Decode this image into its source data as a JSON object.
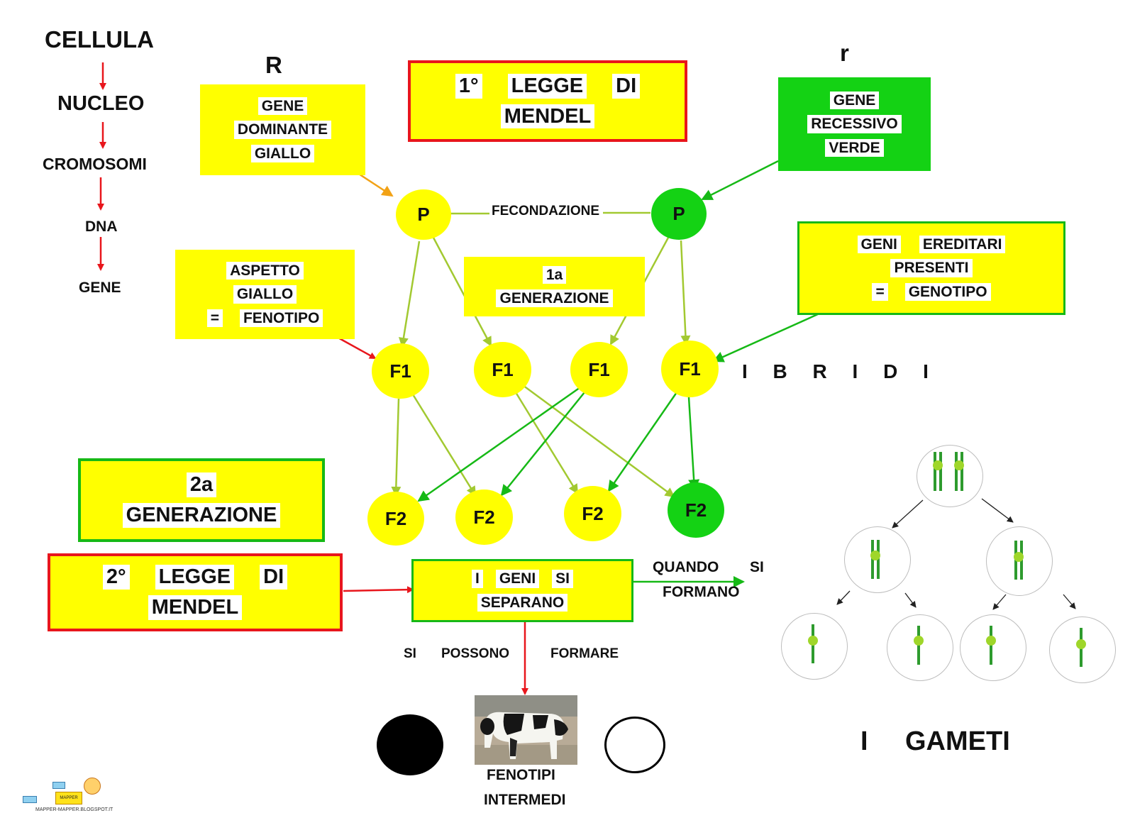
{
  "colors": {
    "yellow": "#ffff00",
    "green": "#14d214",
    "red": "#e8161c",
    "lime": "#a2c931",
    "dark_green": "#16b916"
  },
  "chain": {
    "cellula": "CELLULA",
    "nucleo": "NUCLEO",
    "cromosomi": "CROMOSOMI",
    "dna": "DNA",
    "gene": "GENE"
  },
  "r_upper": "R",
  "r_lower": "r",
  "dominant_box": {
    "line1": "GENE",
    "line2": "DOMINANTE",
    "line3": "GIALLO"
  },
  "recessive_box": {
    "line1": "GENE",
    "line2": "RECESSIVO",
    "line3": "VERDE"
  },
  "law1": {
    "w1": "1°",
    "w2": "LEGGE",
    "w3": "DI",
    "w4": "MENDEL"
  },
  "fecondazione": "FECONDAZIONE",
  "p_label": "P",
  "aspetto_box": {
    "line1": "ASPETTO",
    "line2": "GIALLO",
    "eq": "=",
    "line3": "FENOTIPO"
  },
  "gen1_box": {
    "line1": "1a",
    "line2": "GENERAZIONE"
  },
  "geni_box": {
    "w1": "GENI",
    "w2": "EREDITARI",
    "line2": "PRESENTI",
    "eq": "=",
    "line3": "GENOTIPO"
  },
  "f1_label": "F1",
  "ibridi": "I B R I D I",
  "f2_label": "F2",
  "gen2_box": {
    "line1": "2a",
    "line2": "GENERAZIONE"
  },
  "law2": {
    "w1": "2°",
    "w2": "LEGGE",
    "w3": "DI",
    "w4": "MENDEL"
  },
  "separano_box": {
    "w1": "I",
    "w2": "GENI",
    "w3": "SI",
    "line2": "SEPARANO"
  },
  "quando": {
    "w1": "QUANDO",
    "w2": "SI",
    "line2": "FORMANO"
  },
  "possono": {
    "w1": "SI",
    "w2": "POSSONO",
    "w3": "FORMARE"
  },
  "fenotipi": {
    "line1": "FENOTIPI",
    "line2": "INTERMEDI"
  },
  "gameti": {
    "w1": "I",
    "w2": "GAMETI"
  },
  "logo_text": "MAPPER-MAPPER.BLOGSPOT.IT",
  "logo_badge": "MAPPER"
}
